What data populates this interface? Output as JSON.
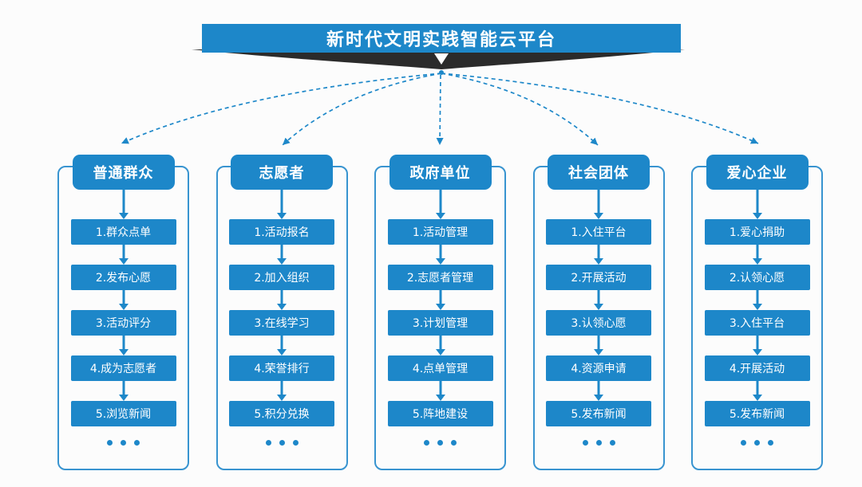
{
  "banner": {
    "title": "新时代文明实践智能云平台"
  },
  "colors": {
    "accent_blue": "#1d87c9",
    "outline_blue": "#3894d0",
    "dashed_arrow_blue": "#1e88c9",
    "ribbon_dark": "#2b2b2b",
    "text_white": "#ffffff"
  },
  "more_indicator": "...",
  "columns": [
    {
      "title": "普通群众",
      "steps": [
        "1.群众点单",
        "2.发布心愿",
        "3.活动评分",
        "4.成为志愿者",
        "5.浏览新闻"
      ]
    },
    {
      "title": "志愿者",
      "steps": [
        "1.活动报名",
        "2.加入组织",
        "3.在线学习",
        "4.荣誉排行",
        "5.积分兑换"
      ]
    },
    {
      "title": "政府单位",
      "steps": [
        "1.活动管理",
        "2.志愿者管理",
        "3.计划管理",
        "4.点单管理",
        "5.阵地建设"
      ]
    },
    {
      "title": "社会团体",
      "steps": [
        "1.入住平台",
        "2.开展活动",
        "3.认领心愿",
        "4.资源申请",
        "5.发布新闻"
      ]
    },
    {
      "title": "爱心企业",
      "steps": [
        "1.爱心捐助",
        "2.认领心愿",
        "3.入住平台",
        "4.开展活动",
        "5.发布新闻"
      ]
    }
  ]
}
